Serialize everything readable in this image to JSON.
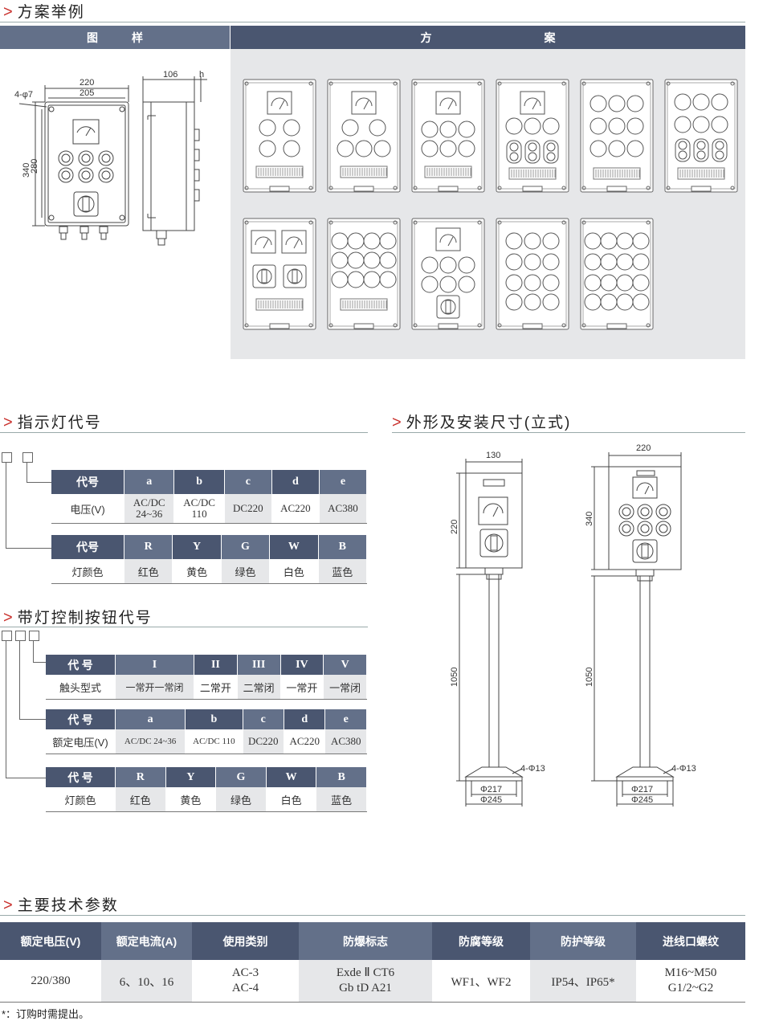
{
  "section1": {
    "title": "方案举例",
    "header_left": "图　　　样",
    "header_right": "方　　　　　　　　　　案",
    "drawing_dims": {
      "w220": "220",
      "w205": "205",
      "hole": "4-φ7",
      "h340": "340",
      "h280": "280",
      "d106": "106",
      "h": "h"
    }
  },
  "section2": {
    "title": "指示灯代号",
    "table1": {
      "head": [
        "代号",
        "a",
        "b",
        "c",
        "d",
        "e"
      ],
      "row": [
        "电压(V)",
        "AC/DC\n24~36",
        "AC/DC\n110",
        "DC220",
        "AC220",
        "AC380"
      ]
    },
    "table2": {
      "head": [
        "代号",
        "R",
        "Y",
        "G",
        "W",
        "B"
      ],
      "row": [
        "灯颜色",
        "红色",
        "黄色",
        "绿色",
        "白色",
        "蓝色"
      ]
    }
  },
  "section3": {
    "title": "外形及安装尺寸(立式)",
    "dims": {
      "w130": "130",
      "h220": "220",
      "h1050a": "1050",
      "hole_a": "4-Φ13",
      "d217a": "Φ217",
      "d245a": "Φ245",
      "w220": "220",
      "h340": "340",
      "h1050b": "1050",
      "hole_b": "4-Φ13",
      "d217b": "Φ217",
      "d245b": "Φ245"
    }
  },
  "section4": {
    "title": "带灯控制按钮代号",
    "table1": {
      "head": [
        "代  号",
        "I",
        "II",
        "III",
        "IV",
        "V"
      ],
      "row": [
        "触头型式",
        "一常开一常闭",
        "二常开",
        "二常闭",
        "一常开",
        "一常闭"
      ]
    },
    "table2": {
      "head": [
        "代  号",
        "a",
        "b",
        "c",
        "d",
        "e"
      ],
      "row": [
        "额定电压(V)",
        "AC/DC 24~36",
        "AC/DC 110",
        "DC220",
        "AC220",
        "AC380"
      ]
    },
    "table3": {
      "head": [
        "代  号",
        "R",
        "Y",
        "G",
        "W",
        "B"
      ],
      "row": [
        "灯颜色",
        "红色",
        "黄色",
        "绿色",
        "白色",
        "蓝色"
      ]
    }
  },
  "section5": {
    "title": "主要技术参数",
    "head": [
      "额定电压(V)",
      "额定电流(A)",
      "使用类别",
      "防爆标志",
      "防腐等级",
      "防护等级",
      "进线口螺纹"
    ],
    "row": [
      "220/380",
      "6、10、16",
      "AC-3\nAC-4",
      "Exde Ⅱ CT6\nGb tD A21",
      "WF1、WF2",
      "IP54、IP65*",
      "M16~M50\nG1/2~G2"
    ],
    "note": "*：订购时需提出。"
  },
  "colors": {
    "header": "#4a5670",
    "header_alt": "#637089",
    "accent": "#c9302c",
    "gray": "#e6e7e9"
  }
}
